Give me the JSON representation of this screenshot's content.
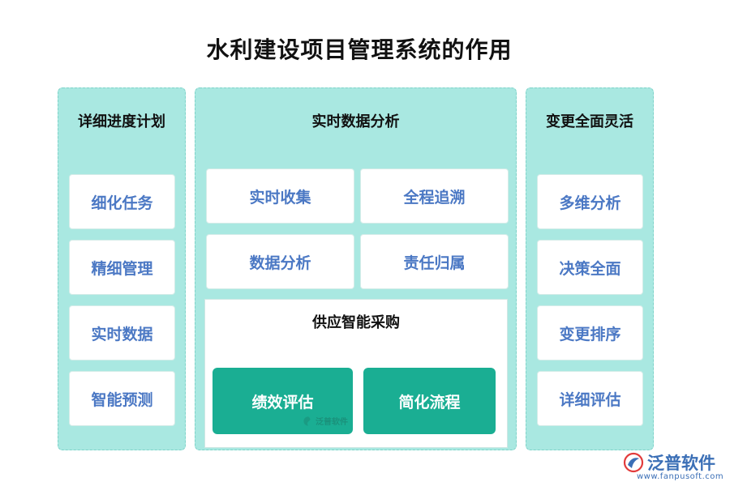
{
  "title": "水利建设项目管理系统的作用",
  "left_panel": {
    "title": "详细进度计划",
    "items": [
      "细化任务",
      "精细管理",
      "实时数据",
      "智能预测"
    ]
  },
  "center_panel": {
    "title": "实时数据分析",
    "items": [
      "实时收集",
      "全程追溯",
      "数据分析",
      "责任归属"
    ],
    "sub": {
      "title": "供应智能采购",
      "items": [
        "绩效评估",
        "简化流程"
      ]
    }
  },
  "right_panel": {
    "title": "变更全面灵活",
    "items": [
      "多维分析",
      "决策全面",
      "变更排序",
      "详细评估"
    ]
  },
  "watermark": {
    "brand": "泛普软件",
    "url": "www.fanpusoft.com"
  },
  "colors": {
    "panel_bg": "#a9e8e1",
    "card_text": "#4b78c4",
    "accent": "#1aae93"
  }
}
